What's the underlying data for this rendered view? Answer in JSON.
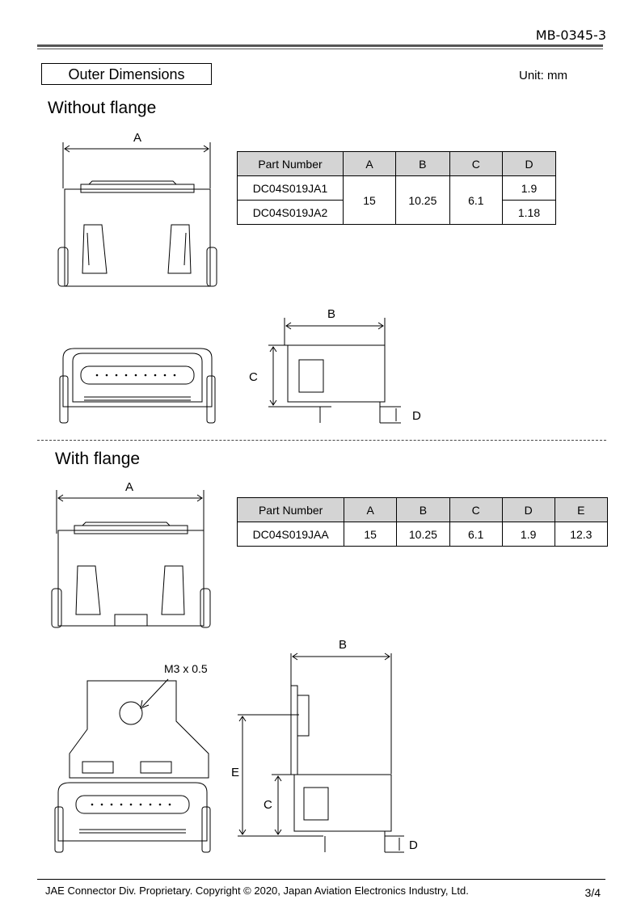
{
  "header": {
    "doc_id": "MB-0345-3"
  },
  "section_title": "Outer Dimensions",
  "unit": "Unit: mm",
  "without_flange": {
    "heading": "Without flange",
    "table": {
      "headers": [
        "Part Number",
        "A",
        "B",
        "C",
        "D"
      ],
      "rows": [
        {
          "part": "DC04S019JA1",
          "d": "1.9"
        },
        {
          "part": "DC04S019JA2",
          "d": "1.18"
        }
      ],
      "shared": {
        "a": "15",
        "b": "10.25",
        "c": "6.1"
      }
    },
    "labels": {
      "a": "A",
      "b": "B",
      "c": "C",
      "d": "D"
    }
  },
  "with_flange": {
    "heading": "With flange",
    "table": {
      "headers": [
        "Part Number",
        "A",
        "B",
        "C",
        "D",
        "E"
      ],
      "rows": [
        {
          "part": "DC04S019JAA",
          "a": "15",
          "b": "10.25",
          "c": "6.1",
          "d": "1.9",
          "e": "12.3"
        }
      ]
    },
    "labels": {
      "a": "A",
      "b": "B",
      "c": "C",
      "d": "D",
      "e": "E",
      "thread": "M3 x 0.5"
    }
  },
  "footer": {
    "copyright": "JAE Connector Div. Proprietary. Copyright ©  2020, Japan Aviation Electronics Industry, Ltd.",
    "page": "3/4"
  }
}
